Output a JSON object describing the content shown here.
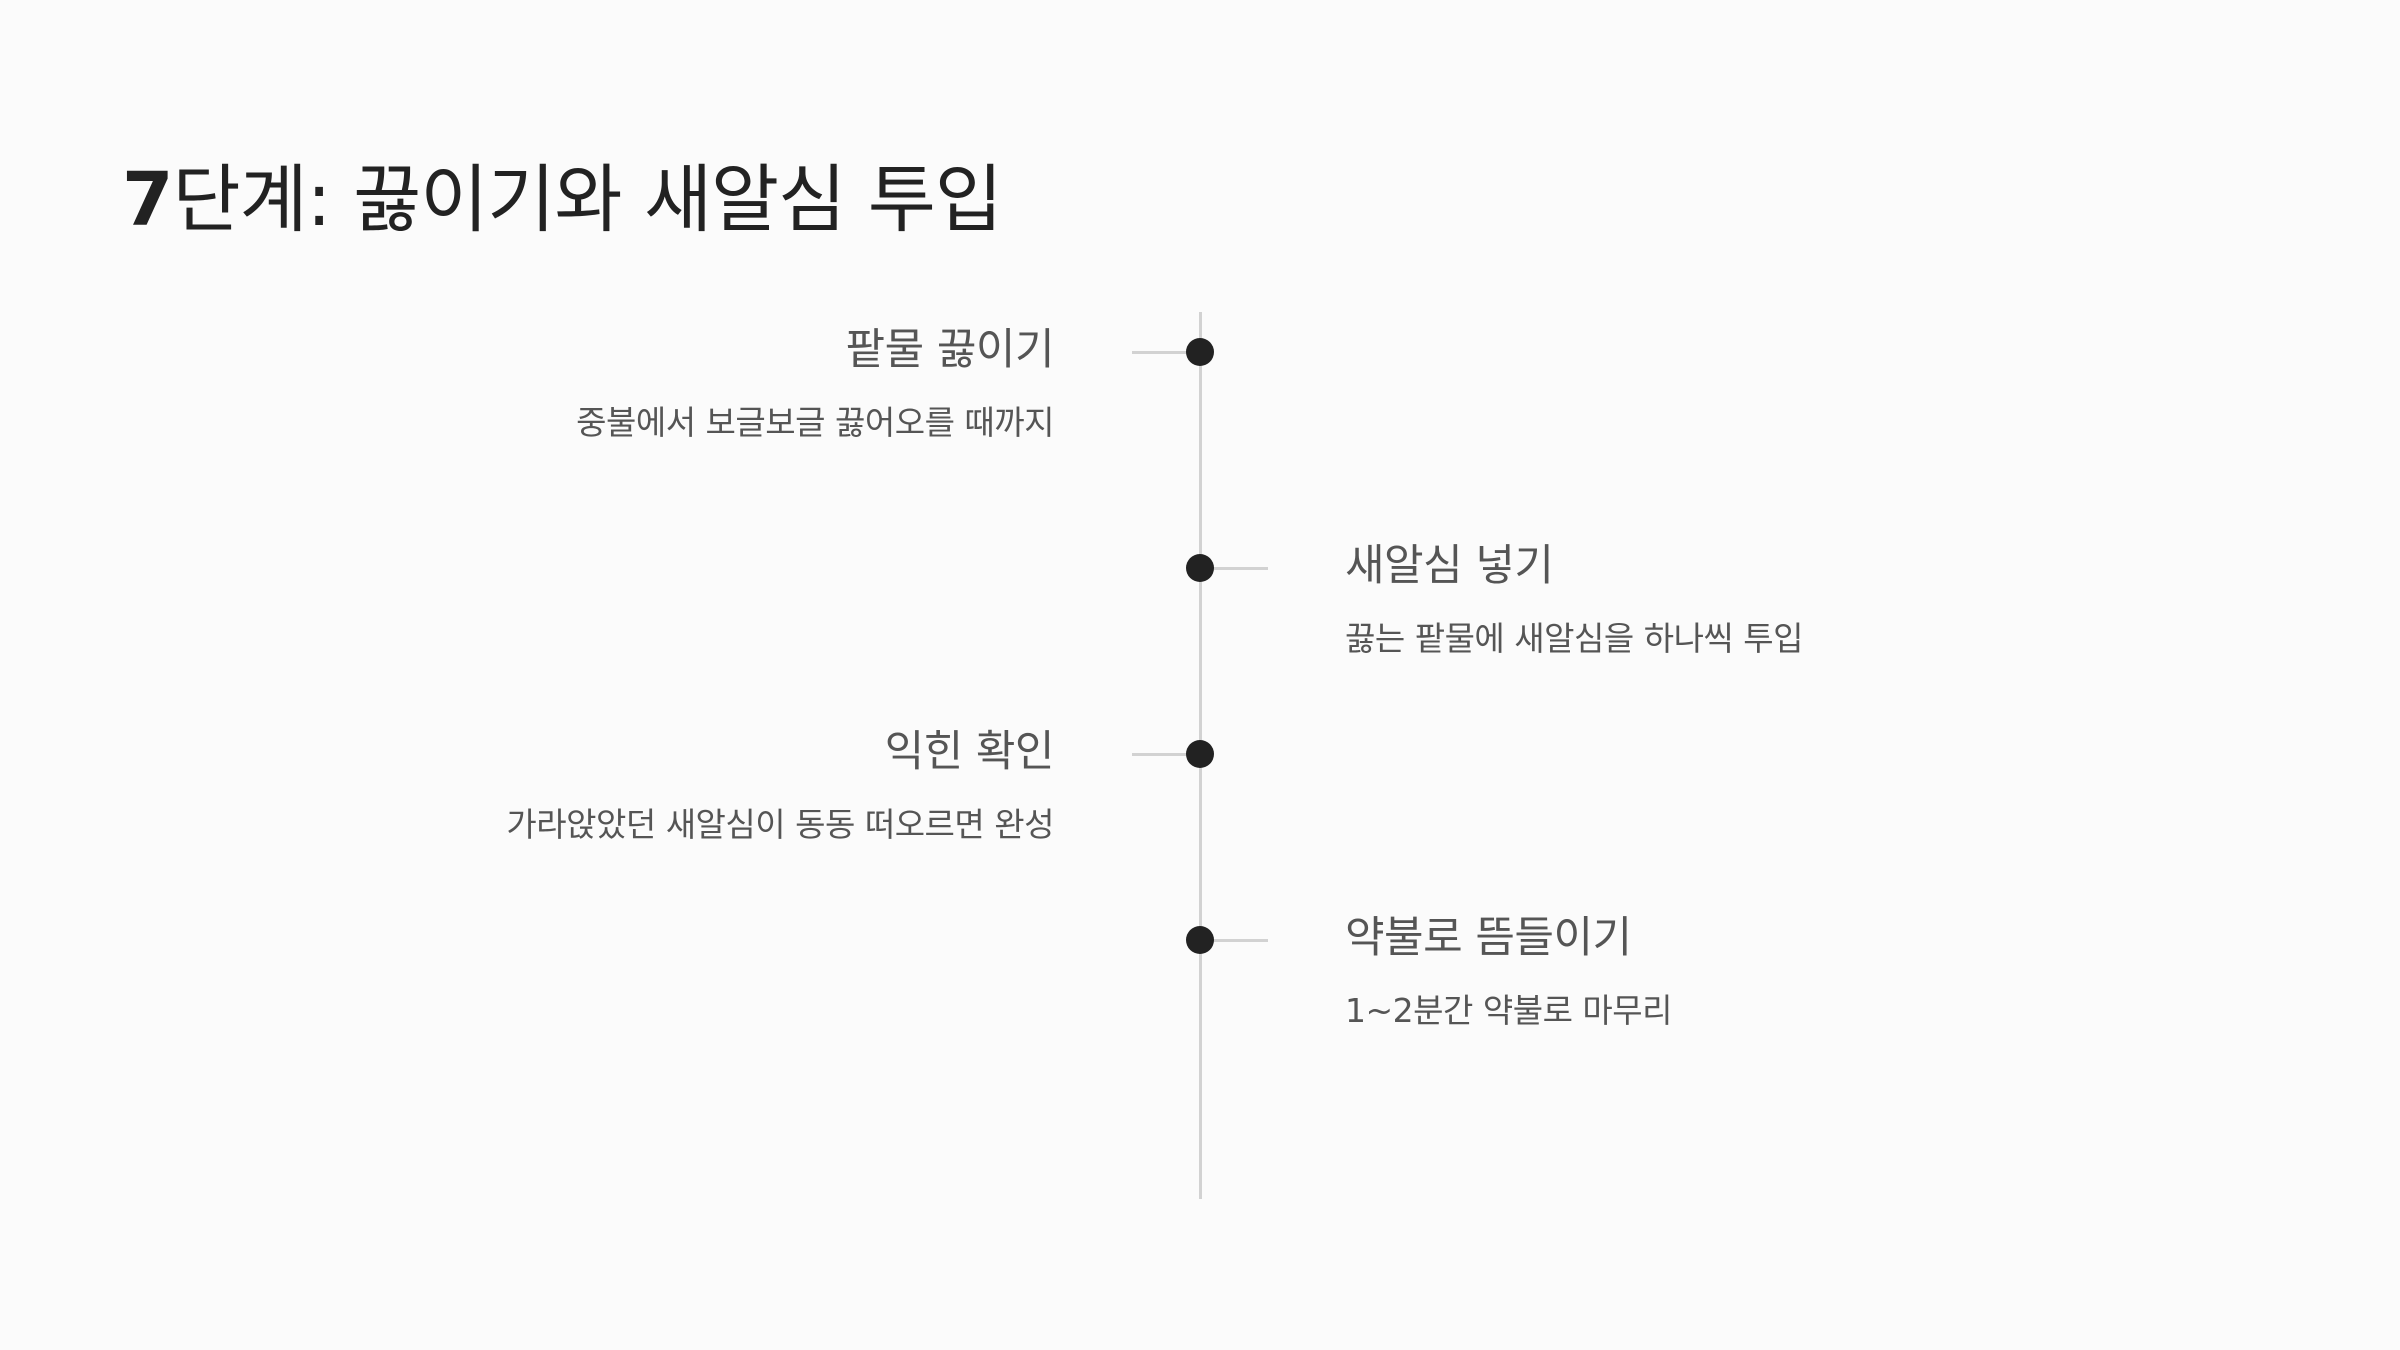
{
  "title": {
    "prefix": "7",
    "rest": "단계: 끓이기와 새알심 투입"
  },
  "colors": {
    "background": "#fbfbfb",
    "title": "#222222",
    "text": "#555555",
    "line": "#d2d2d2",
    "dot": "#222222"
  },
  "timeline": [
    {
      "side": "left",
      "title": "팥물 끓이기",
      "description": "중불에서 보글보글 끓어오를 때까지"
    },
    {
      "side": "right",
      "title": "새알심 넣기",
      "description": "끓는 팥물에 새알심을 하나씩 투입"
    },
    {
      "side": "left",
      "title": "익힌 확인",
      "description": "가라앉았던 새알심이 동동 떠오르면 완성"
    },
    {
      "side": "right",
      "title": "약불로 뜸들이기",
      "description": "1~2분간 약불로 마무리"
    }
  ]
}
